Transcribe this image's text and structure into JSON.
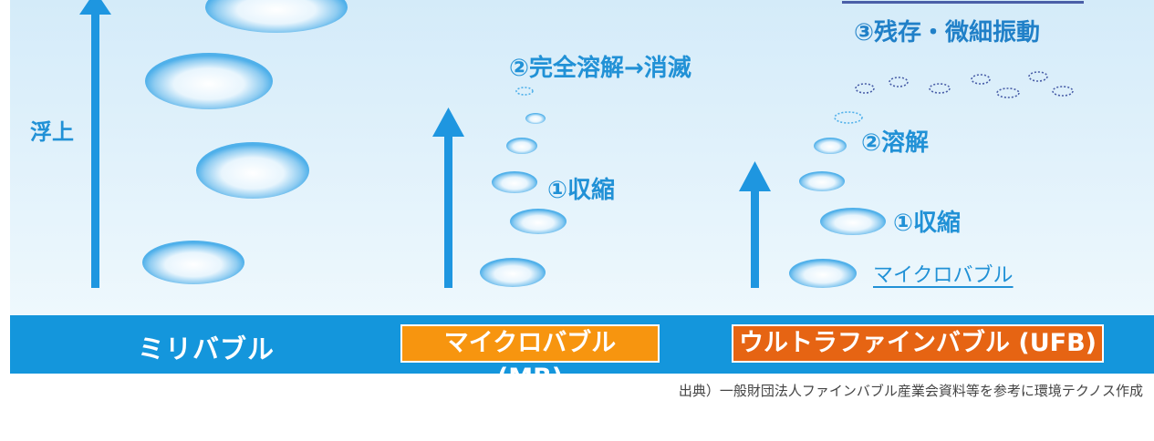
{
  "diagram": {
    "milli": {
      "rise_label": "浮上"
    },
    "mb": {
      "shrink_label": "①収縮",
      "dissolve_label": "②完全溶解→消滅"
    },
    "ufb": {
      "micro_label": "マイクロバブル",
      "shrink_label": "①収縮",
      "dissolve_label": "②溶解",
      "remain_label": "③残存・微細振動"
    }
  },
  "categories": {
    "milli": "ミリバブル",
    "mb": "マイクロバブル (MB)",
    "ufb": "ウルトラファインバブル (UFB)"
  },
  "source_note": "出典）一般財団法人ファインバブル産業会資料等を参考に環境テクノス作成",
  "colors": {
    "bar_blue": "#1496dc",
    "arrow_blue": "#1e96e0",
    "label_blue": "#2191d6",
    "mb_orange": "#f7950f",
    "ufb_orange": "#e66413"
  }
}
